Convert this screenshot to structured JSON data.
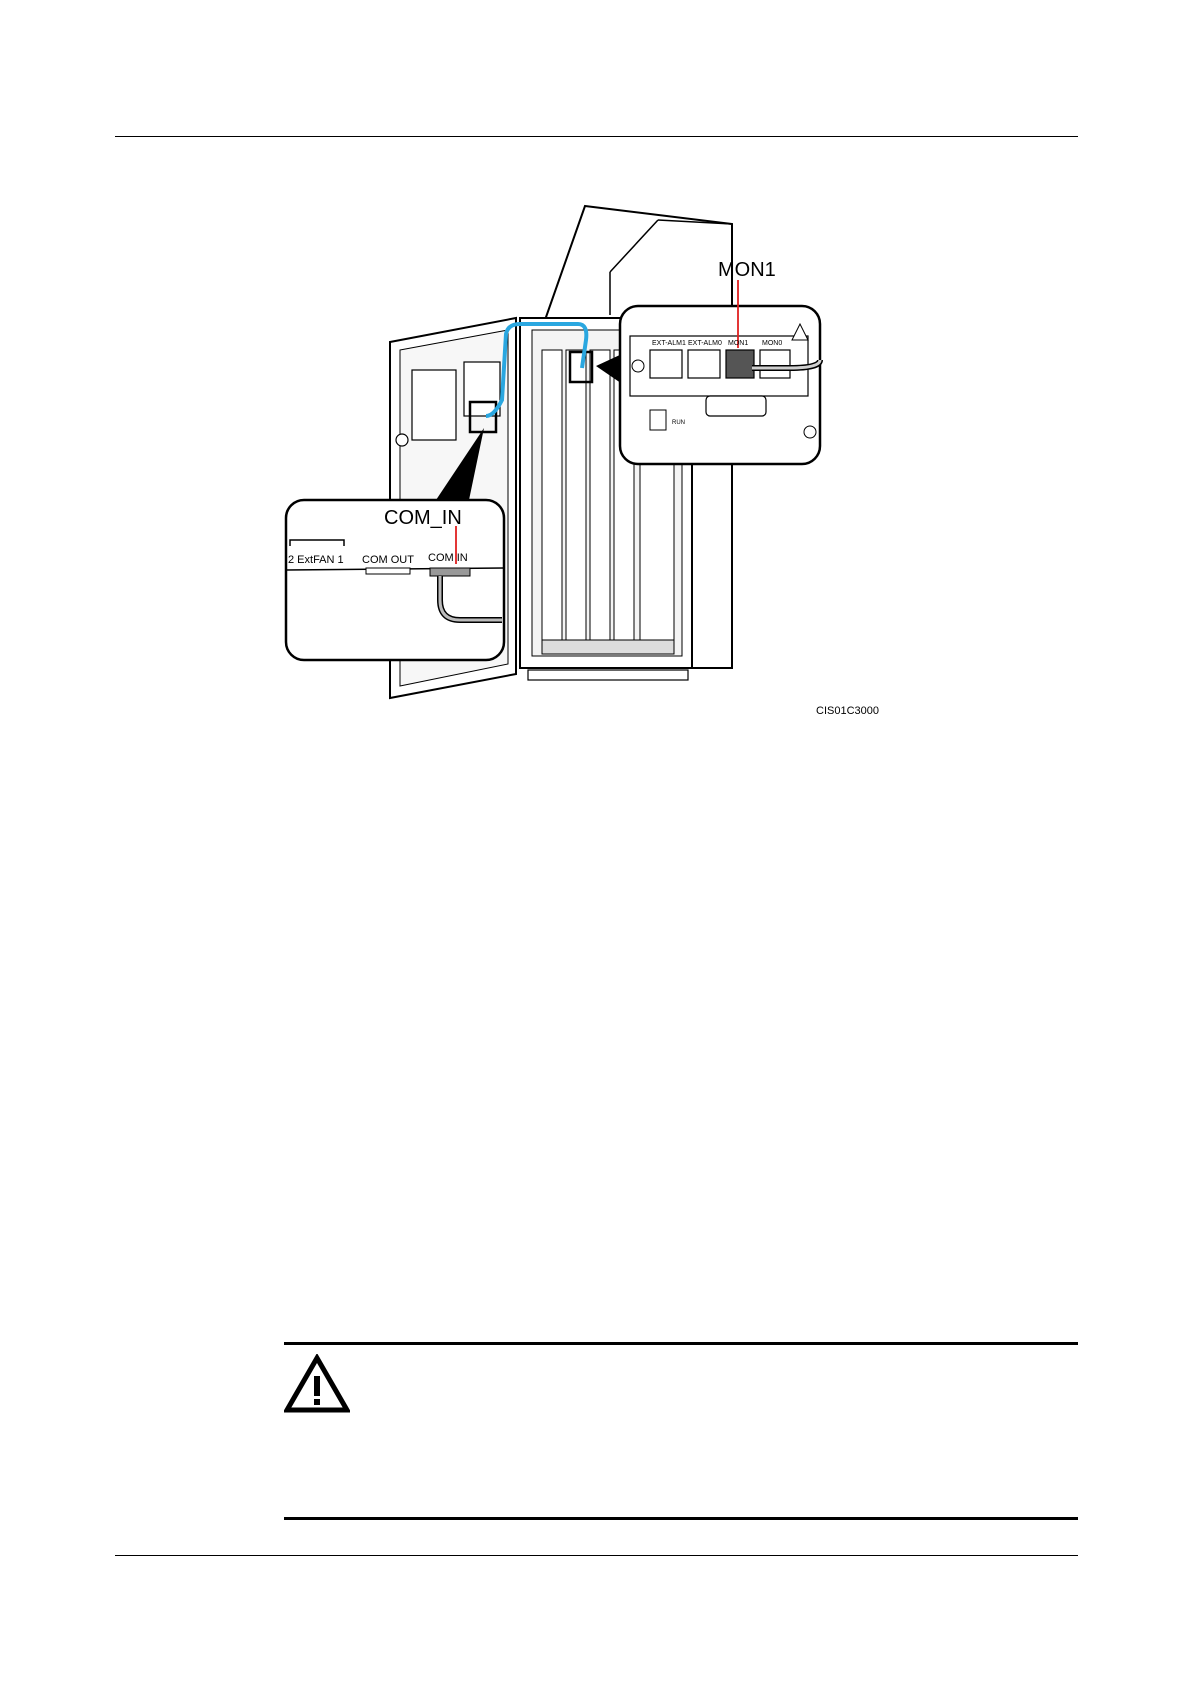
{
  "figure": {
    "callout_right_label": "MON1",
    "callout_left_label": "COM_IN",
    "ports_right": [
      "EXT-ALM1",
      "EXT-ALM0",
      "MON1",
      "MON0"
    ],
    "run_label": "RUN",
    "ports_left": [
      "2 ExtFAN 1",
      "COM OUT",
      "COM IN"
    ],
    "figure_id": "CIS01C3000"
  },
  "caution": {
    "icon": "warning-triangle-icon"
  },
  "colors": {
    "cable": "#2aa7e0",
    "pointer": "#e02020"
  }
}
